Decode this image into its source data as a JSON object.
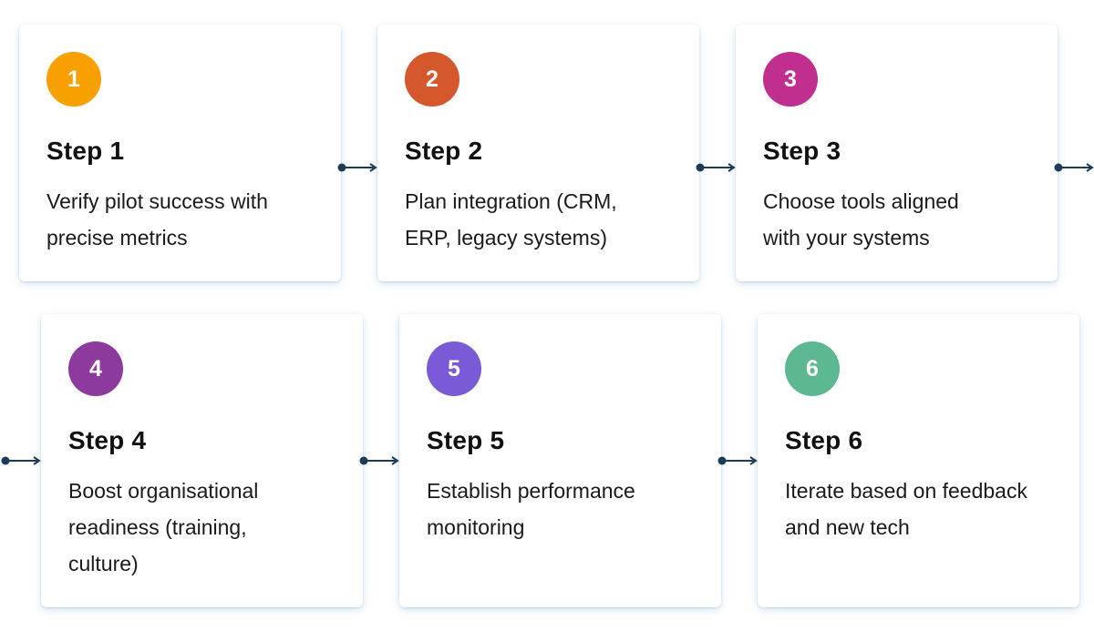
{
  "steps": [
    {
      "number": "1",
      "title": "Step 1",
      "description": "Verify pilot success with precise metrics",
      "color": "#F7A000"
    },
    {
      "number": "2",
      "title": "Step 2",
      "description": "Plan integration (CRM, ERP, legacy systems)",
      "color": "#D5572C"
    },
    {
      "number": "3",
      "title": "Step 3",
      "description": "Choose tools aligned with your systems",
      "color": "#C02E8F"
    },
    {
      "number": "4",
      "title": "Step 4",
      "description": "Boost organisational readiness (training, culture)",
      "color": "#8C3A9D"
    },
    {
      "number": "5",
      "title": "Step 5",
      "description": "Establish performance monitoring",
      "color": "#7A5AD6"
    },
    {
      "number": "6",
      "title": "Step 6",
      "description": "Iterate based on feedback and new tech",
      "color": "#5BB891"
    }
  ],
  "connector_color": "#1D3A57"
}
